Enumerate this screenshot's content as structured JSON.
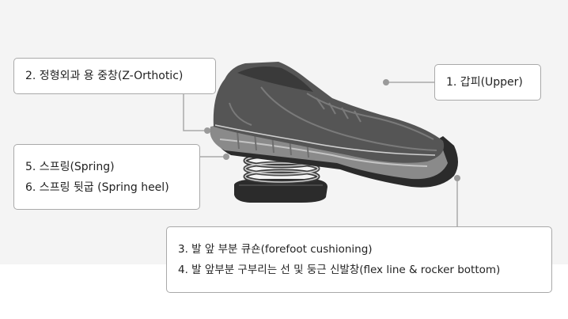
{
  "labels": {
    "orthotic": "2. 정형외과 용 중창(Z-Orthotic)",
    "upper": "1. 갑피(Upper)",
    "spring": "5. 스프링(Spring)",
    "spring_heel": "6. 스프링 뒷굽 (Spring heel)",
    "forefoot": "3. 발 앞 부분 큐숀(forefoot cushioning)",
    "flex_rocker": "4. 발 앞부분 구부리는 선 및 둥근 신발창(flex line & rocker bottom)"
  },
  "colors": {
    "background_band": "#f4f4f4",
    "leader_line": "#a9a9a9",
    "marker_dot": "#9a9a9a",
    "shoe_upper": "#555555",
    "shoe_midsole": "#8a8a8a",
    "shoe_outsole": "#2b2b2b"
  }
}
